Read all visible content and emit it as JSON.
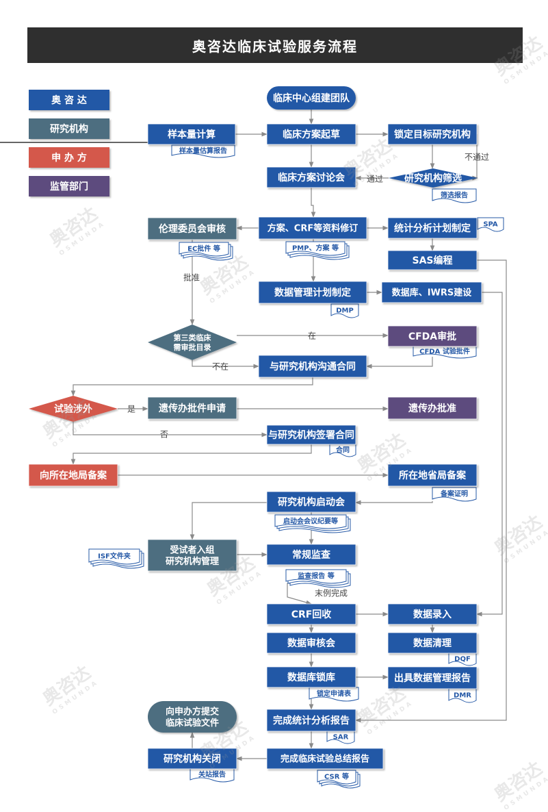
{
  "title": "奥咨达临床试验服务流程",
  "colors": {
    "blue": "#2458a6",
    "teal": "#4e6e80",
    "red": "#d4584c",
    "purple": "#5d4c7e",
    "docBorder": "#2458a6",
    "line": "#8a8a8a"
  },
  "legend": [
    {
      "label": "奥 咨 达",
      "color": "blue"
    },
    {
      "label": "研究机构",
      "color": "teal"
    },
    {
      "label": "申 办 方",
      "color": "red"
    },
    {
      "label": "监管部门",
      "color": "purple"
    }
  ],
  "watermark": {
    "cn": "奥咨达",
    "en": "OSMUNDA"
  },
  "nodes": [
    {
      "id": "build",
      "label": "临床中心组建团队",
      "shape": "pill",
      "color": "blue"
    },
    {
      "id": "sample",
      "label": "样本量计算",
      "color": "blue"
    },
    {
      "id": "draft",
      "label": "临床方案起草",
      "color": "blue"
    },
    {
      "id": "lock",
      "label": "锁定目标研究机构",
      "color": "blue"
    },
    {
      "id": "discuss",
      "label": "临床方案讨论会",
      "color": "blue"
    },
    {
      "id": "screen",
      "label": "研究机构筛选",
      "shape": "diamond",
      "color": "blue"
    },
    {
      "id": "ethics",
      "label": "伦理委员会审核",
      "color": "teal"
    },
    {
      "id": "revise",
      "label": "方案、CRF等资料修订",
      "color": "blue"
    },
    {
      "id": "sap",
      "label": "统计分析计划制定",
      "color": "blue"
    },
    {
      "id": "sas",
      "label": "SAS编程",
      "color": "blue"
    },
    {
      "id": "dmp",
      "label": "数据管理计划制定",
      "color": "blue"
    },
    {
      "id": "db",
      "label": "数据库、IWRS建设",
      "color": "blue"
    },
    {
      "id": "cat3",
      "label": "第三类临床需审批目录",
      "shape": "diamond",
      "color": "teal"
    },
    {
      "id": "cfda",
      "label": "CFDA审批",
      "color": "purple"
    },
    {
      "id": "negotiate",
      "label": "与研究机构沟通合同",
      "color": "blue"
    },
    {
      "id": "genetic",
      "label": "试验涉外",
      "shape": "diamond",
      "color": "red"
    },
    {
      "id": "genapply",
      "label": "遗传办批件申请",
      "color": "teal"
    },
    {
      "id": "genapprove",
      "label": "遗传办批准",
      "color": "purple"
    },
    {
      "id": "sign",
      "label": "与研究机构签署合同",
      "color": "blue"
    },
    {
      "id": "localfile",
      "label": "向所在地局备案",
      "color": "red"
    },
    {
      "id": "provfile",
      "label": "所在地省局备案",
      "color": "blue"
    },
    {
      "id": "kickoff",
      "label": "研究机构启动会",
      "color": "blue"
    },
    {
      "id": "subjects",
      "label": "受试者入组\n研究机构管理",
      "color": "teal"
    },
    {
      "id": "monitor",
      "label": "常规监查",
      "color": "blue"
    },
    {
      "id": "crf",
      "label": "CRF回收",
      "color": "blue"
    },
    {
      "id": "entry",
      "label": "数据录入",
      "color": "blue"
    },
    {
      "id": "review",
      "label": "数据审核会",
      "color": "blue"
    },
    {
      "id": "clean",
      "label": "数据清理",
      "color": "blue"
    },
    {
      "id": "dblock",
      "label": "数据库锁库",
      "color": "blue"
    },
    {
      "id": "dmr",
      "label": "出具数据管理报告",
      "color": "blue"
    },
    {
      "id": "stat",
      "label": "完成统计分析报告",
      "color": "blue"
    },
    {
      "id": "submit",
      "label": "向申办方提交\n临床试验文件",
      "shape": "pill",
      "color": "teal"
    },
    {
      "id": "close",
      "label": "研究机构关闭",
      "color": "blue"
    },
    {
      "id": "csr",
      "label": "完成临床试验总结报告",
      "color": "blue"
    }
  ],
  "docs": [
    {
      "id": "d-sample",
      "label": "样本量估算报告"
    },
    {
      "id": "d-screen",
      "label": "筛选报告"
    },
    {
      "id": "d-spa",
      "label": "SPA"
    },
    {
      "id": "d-ec",
      "label": "EC批件 等",
      "multi": true
    },
    {
      "id": "d-pmp",
      "label": "PMP、方案 等",
      "multi": true
    },
    {
      "id": "d-dmp",
      "label": "DMP"
    },
    {
      "id": "d-cfda",
      "label": "CFDA 试验批件"
    },
    {
      "id": "d-contract",
      "label": "合同"
    },
    {
      "id": "d-record",
      "label": "备案证明"
    },
    {
      "id": "d-minutes",
      "label": "启动会会议纪要等",
      "multi": true
    },
    {
      "id": "d-isf",
      "label": "ISF文件夹",
      "multi": true
    },
    {
      "id": "d-monitor",
      "label": "监查报告 等",
      "multi": true
    },
    {
      "id": "d-dqf",
      "label": "DQF"
    },
    {
      "id": "d-lockreq",
      "label": "锁定申请表"
    },
    {
      "id": "d-dmr",
      "label": "DMR"
    },
    {
      "id": "d-sar",
      "label": "SAR"
    },
    {
      "id": "d-close",
      "label": "关站报告"
    },
    {
      "id": "d-csr",
      "label": "CSR 等",
      "multi": true
    }
  ],
  "edge_labels": [
    {
      "id": "e-nopass",
      "label": "不通过"
    },
    {
      "id": "e-pass",
      "label": "通过"
    },
    {
      "id": "e-approve",
      "label": "批准"
    },
    {
      "id": "e-in",
      "label": "在"
    },
    {
      "id": "e-notin",
      "label": "不在"
    },
    {
      "id": "e-yes",
      "label": "是"
    },
    {
      "id": "e-no",
      "label": "否"
    },
    {
      "id": "e-done",
      "label": "末例完成"
    }
  ]
}
